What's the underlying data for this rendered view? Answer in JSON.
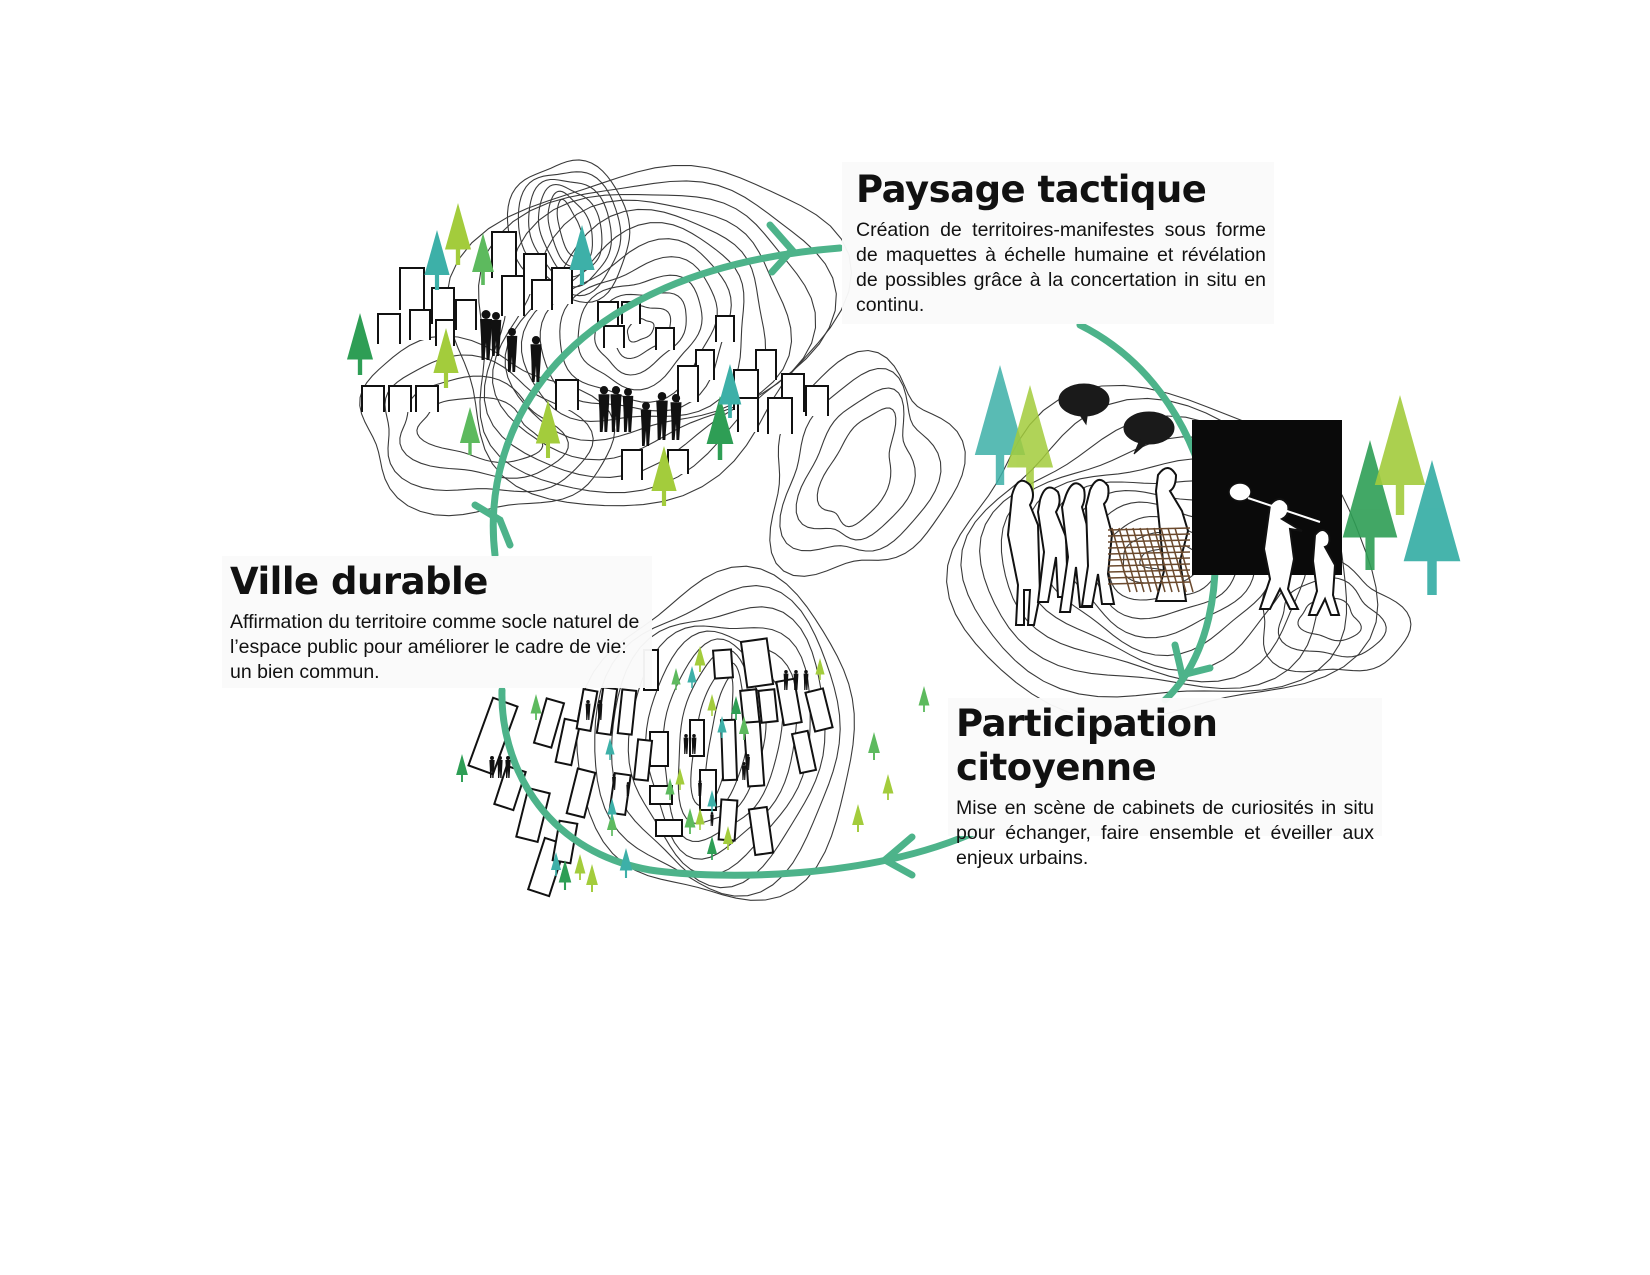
{
  "colors": {
    "cycle": "#4DB38A",
    "tree_light": "#A3CC3C",
    "tree_mid": "#5DBA5E",
    "tree_dark": "#2E9E55",
    "tree_teal": "#3DB0A8",
    "contour": "#3a3a3a",
    "screen": "#0a0a0a"
  },
  "stages": [
    {
      "title": "Paysage tactique",
      "text": "Création de territoires-manifestes sous forme de maquettes à échelle humaine et révélation de possibles grâce à la concertation in situ en continu."
    },
    {
      "title": "Participation citoyenne",
      "text": "Mise en scène de cabinets de curiosités in situ pour échanger, faire ensemble et éveiller aux enjeux urbains."
    },
    {
      "title": "Ville durable",
      "text": "Affirmation du territoire comme socle naturel de l’espace public pour améliorer le cadre de vie: un bien commun."
    }
  ],
  "icons": [
    "tree-icon",
    "person-icon",
    "speech-bubble-icon",
    "building-icon",
    "cycle-arrow-icon"
  ]
}
